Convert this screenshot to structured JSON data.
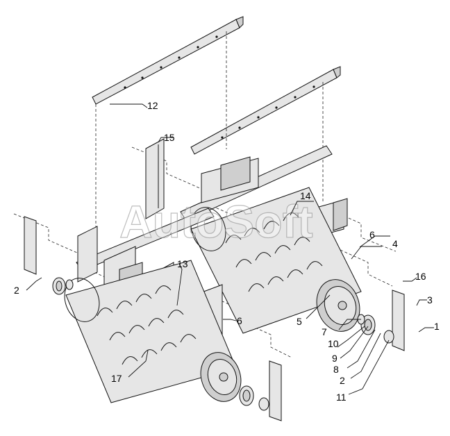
{
  "watermark": "AutoSoft",
  "callouts": {
    "c1": "1",
    "c2a": "2",
    "c2b": "2",
    "c3": "3",
    "c4": "4",
    "c5": "5",
    "c6a": "6",
    "c6b": "6",
    "c7": "7",
    "c8": "8",
    "c9": "9",
    "c10": "10",
    "c11": "11",
    "c12": "12",
    "c13": "13",
    "c14": "14",
    "c15": "15",
    "c16": "16",
    "c17": "17"
  }
}
